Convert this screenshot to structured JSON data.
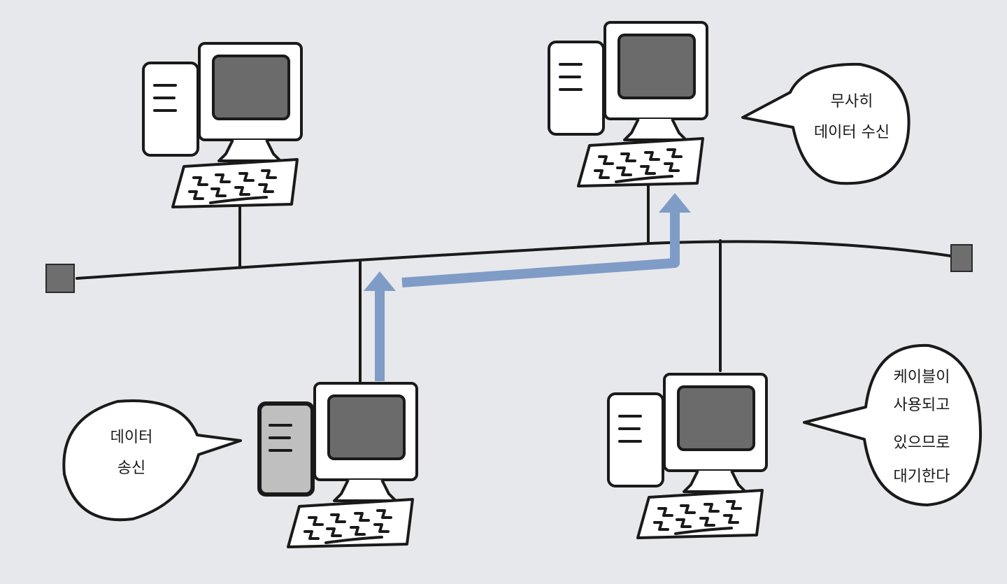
{
  "diagram": {
    "bubbles": {
      "received": {
        "lines": [
          "무사히",
          "데이터 수신"
        ]
      },
      "sending": {
        "lines": [
          "데이터",
          "송신"
        ]
      },
      "waiting": {
        "lines": [
          "케이블이",
          "사용되고",
          "있으므로",
          "대기한다"
        ]
      }
    },
    "colors": {
      "background": "#e7e8ec",
      "ink": "#1a1a1a",
      "screen": "#6b6b6b",
      "case_gray": "#b4b4b4",
      "terminator": "#6e6e6e",
      "arrow": "#7f9cc6"
    },
    "icons": {
      "computer": "desktop-computer-icon",
      "terminator": "bus-terminator-icon",
      "arrow": "data-flow-arrow-icon"
    }
  }
}
